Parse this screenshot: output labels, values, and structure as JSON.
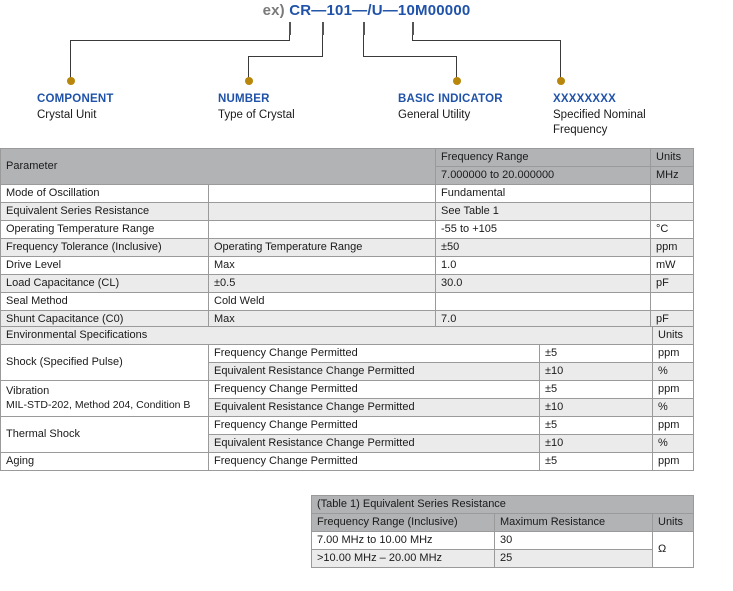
{
  "part_number": {
    "prefix": "ex)",
    "value": "CR—101—/U—10M00000",
    "callouts": [
      {
        "title": "COMPONENT",
        "desc": "Crystal Unit"
      },
      {
        "title": "NUMBER",
        "desc": "Type of Crystal"
      },
      {
        "title": "BASIC INDICATOR",
        "desc": "General Utility"
      },
      {
        "title": "XXXXXXXX",
        "desc": "Specified Nominal\nFrequency"
      }
    ]
  },
  "colors": {
    "accent_blue": "#1f52a8",
    "dot_gold": "#b8860b",
    "header_gray": "#b1b3b5",
    "row_alt": "#ebebeb"
  },
  "param_table": {
    "header": {
      "parameter": "Parameter",
      "frequency_range": "Frequency Range",
      "frequency_range_value": "7.000000 to 20.000000",
      "units": "Units",
      "units_value": "MHz"
    },
    "rows": [
      {
        "parameter": "Mode of Oscillation",
        "condition": "",
        "value": "Fundamental",
        "units": ""
      },
      {
        "parameter": "Equivalent Series Resistance",
        "condition": "",
        "value": "See Table 1",
        "units": ""
      },
      {
        "parameter": "Operating Temperature Range",
        "condition": "",
        "value": "-55 to +105",
        "units": "°C"
      },
      {
        "parameter": "Frequency Tolerance (Inclusive)",
        "condition": "Operating Temperature Range",
        "value": "±50",
        "units": "ppm"
      },
      {
        "parameter": "Drive Level",
        "condition": "Max",
        "value": "1.0",
        "units": "mW"
      },
      {
        "parameter": "Load Capacitance (CL)",
        "condition": "±0.5",
        "value": "30.0",
        "units": "pF"
      },
      {
        "parameter": "Seal Method",
        "condition": "Cold Weld",
        "value": "",
        "units": ""
      },
      {
        "parameter": "Shunt Capacitance (C0)",
        "condition": "Max",
        "value": "7.0",
        "units": "pF"
      }
    ]
  },
  "env_table": {
    "header": {
      "title": "Environmental Specifications",
      "units": "Units"
    },
    "rows": [
      {
        "category": "Shock (Specified Pulse)",
        "category_sub": "",
        "span": 2,
        "items": [
          {
            "spec": "Frequency Change Permitted",
            "value": "±5",
            "units": "ppm"
          },
          {
            "spec": "Equivalent Resistance Change Permitted",
            "value": "±10",
            "units": "%"
          }
        ]
      },
      {
        "category": "Vibration",
        "category_sub": "MIL-STD-202, Method 204, Condition B",
        "span": 2,
        "items": [
          {
            "spec": "Frequency Change Permitted",
            "value": "±5",
            "units": "ppm"
          },
          {
            "spec": "Equivalent Resistance Change Permitted",
            "value": "±10",
            "units": "%"
          }
        ]
      },
      {
        "category": "Thermal Shock",
        "category_sub": "",
        "span": 2,
        "items": [
          {
            "spec": "Frequency Change Permitted",
            "value": "±5",
            "units": "ppm"
          },
          {
            "spec": "Equivalent Resistance Change Permitted",
            "value": "±10",
            "units": "%"
          }
        ]
      },
      {
        "category": "Aging",
        "category_sub": "",
        "span": 1,
        "items": [
          {
            "spec": "Frequency Change Permitted",
            "value": "±5",
            "units": "ppm"
          }
        ]
      }
    ]
  },
  "table1": {
    "title": "(Table 1) Equivalent Series Resistance",
    "columns": [
      "Frequency Range (Inclusive)",
      "Maximum Resistance",
      "Units"
    ],
    "units_value": "Ω",
    "rows": [
      {
        "range": "7.00 MHz to 10.00 MHz",
        "resistance": "30"
      },
      {
        "range": ">10.00 MHz – 20.00 MHz",
        "resistance": "25"
      }
    ]
  }
}
